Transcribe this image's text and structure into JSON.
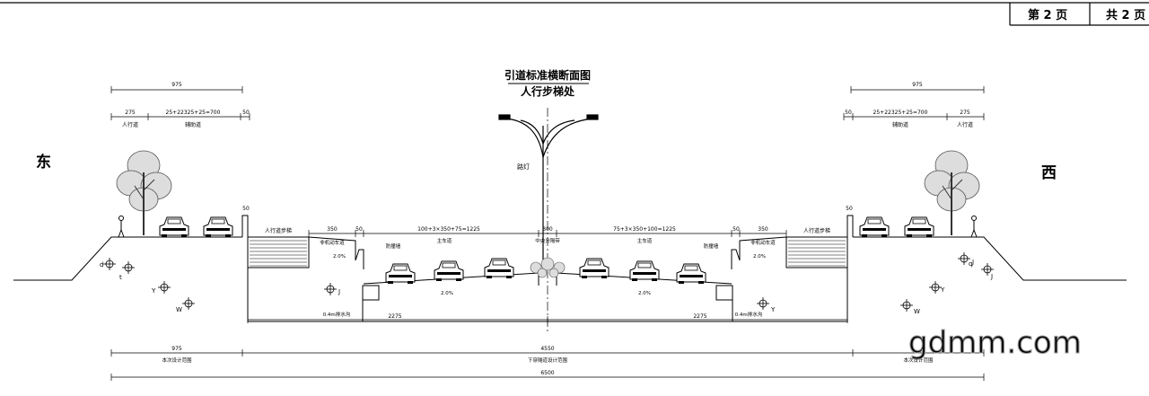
{
  "title_block": {
    "page_label": "第 2 页",
    "total_label": "共 2 页"
  },
  "title": {
    "main": "引道标准横断面图",
    "sub": "人行步梯处"
  },
  "directions": {
    "east": "东",
    "west": "西"
  },
  "watermark": "gdmm.com",
  "dimensions": {
    "left_top_total": "975",
    "left_sidewalk": "275",
    "left_ramp": "25+22325+25=700",
    "left_edge": "50",
    "right_top_total": "975",
    "right_ramp": "25+22325+25=700",
    "right_sidewalk": "275",
    "right_edge": "50",
    "left_wall": "50",
    "right_wall": "50",
    "left_nonmotor": "350",
    "right_nonmotor": "350",
    "left_curb": "50",
    "right_curb": "50",
    "left_mainroad": "100+3×350+75=1225",
    "right_mainroad": "75+3×350+100=1225",
    "median": "300",
    "left_lower": "2275",
    "right_lower": "2275",
    "bottom_left": "975",
    "bottom_mid": "4550",
    "bottom_total": "6500"
  },
  "labels": {
    "left_sidewalk": "人行道",
    "left_aux": "辅助道",
    "right_aux": "辅助道",
    "right_sidewalk": "人行道",
    "left_stair": "人行道步梯",
    "right_stair": "人行道步梯",
    "left_nonmotor": "非机动车道",
    "right_nonmotor": "非机动车道",
    "left_mainroad": "主车道",
    "right_mainroad": "主车道",
    "median": "中央分隔带",
    "left_barrier": "防撞墙",
    "right_barrier": "防撞墙",
    "lamp": "路灯",
    "left_drain": "0.4m排水沟",
    "right_drain": "0.4m排水沟",
    "slope_left_nonmotor": "2.0%",
    "slope_right_nonmotor": "2.0%",
    "slope_left_main": "2.0%",
    "slope_right_main": "2.0%",
    "bottom_left_range": "本次设计范围",
    "bottom_mid_range": "下穿隧道设计范围",
    "bottom_right_range": "本次设计范围",
    "pipe_labels": [
      "d",
      "t",
      "Y",
      "W",
      "J",
      "J",
      "Y",
      "W",
      "Y",
      "J",
      "q"
    ]
  }
}
